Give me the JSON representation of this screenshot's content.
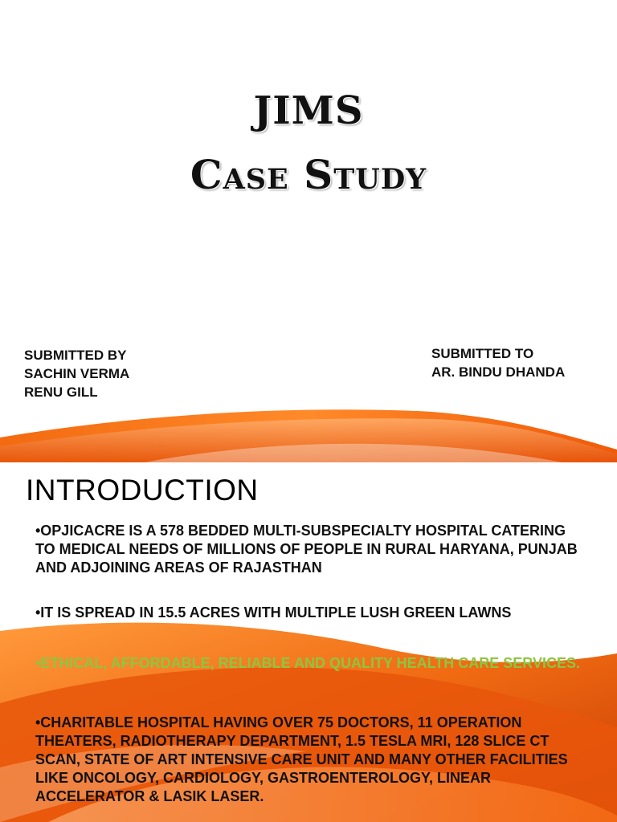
{
  "slide1": {
    "title_line1": "JIMS",
    "title_line2": "Case Study",
    "submitted_by": {
      "label": "SUBMITTED BY",
      "names": [
        "SACHIN VERMA",
        "RENU GILL"
      ]
    },
    "submitted_to": {
      "label": "SUBMITTED TO",
      "names": [
        "AR. BINDU DHANDA"
      ]
    }
  },
  "slide2": {
    "heading": "INTRODUCTION",
    "paragraphs": [
      "•OPJICACRE IS A 578 BEDDED MULTI-SUBSPECIALTY HOSPITAL CATERING TO MEDICAL NEEDS OF MILLIONS OF PEOPLE IN RURAL HARYANA, PUNJAB AND ADJOINING AREAS OF RAJASTHAN",
      "•IT IS SPREAD IN 15.5 ACRES WITH MULTIPLE LUSH GREEN LAWNS",
      "•ETHICAL, AFFORDABLE, RELIABLE AND QUALITY HEALTH CARE SERVICES.",
      "•CHARITABLE HOSPITAL HAVING OVER 75 DOCTORS, 11 OPERATION THEATERS, RADIOTHERAPY DEPARTMENT, 1.5 TESLA MRI, 128 SLICE CT SCAN, STATE OF ART INTENSIVE CARE UNIT AND MANY OTHER FACILITIES LIKE ONCOLOGY, CARDIOLOGY, GASTROENTEROLOGY, LINEAR ACCELERATOR & LASIK LASER."
    ]
  },
  "colors": {
    "accent_orange": "#f06a12",
    "accent_dark_orange": "#d94a06",
    "highlight_green": "#8dc63f",
    "text": "#111111"
  }
}
